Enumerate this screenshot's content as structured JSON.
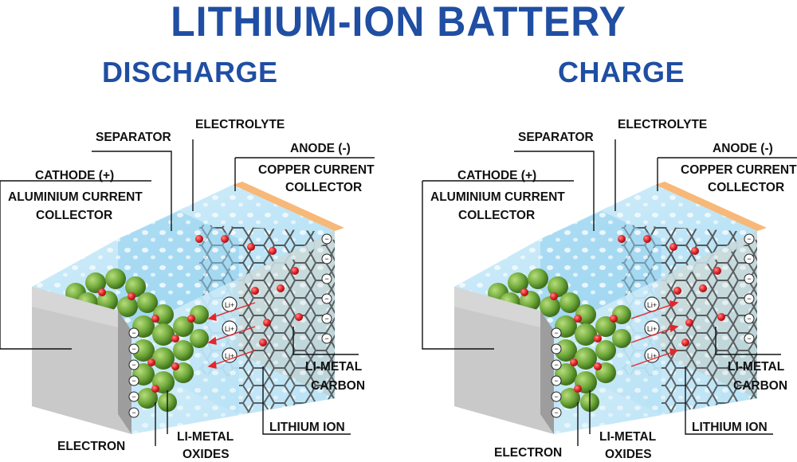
{
  "title": "LITHIUM-ION BATTERY",
  "panels": [
    {
      "mode": "DISCHARGE",
      "labels": {
        "separator": "SEPARATOR",
        "electrolyte": "ELECTROLYTE",
        "anode": "ANODE (-)",
        "copper_1": "COPPER CURRENT",
        "copper_2": "COLLECTOR",
        "cathode": "CATHODE (+)",
        "aluminium_1": "ALUMINIUM CURRENT",
        "aluminium_2": "COLLECTOR",
        "li_metal_carbon_1": "LI-METAL",
        "li_metal_carbon_2": "CARBON",
        "lithium_ion": "LITHIUM ION",
        "electron": "ELECTRON",
        "li_metal_oxides_1": "LI-METAL",
        "li_metal_oxides_2": "OXIDES"
      },
      "ion_symbol": "Li+",
      "electron_symbol": "−"
    },
    {
      "mode": "CHARGE",
      "labels": {
        "separator": "SEPARATOR",
        "electrolyte": "ELECTROLYTE",
        "anode": "ANODE (-)",
        "copper_1": "COPPER CURRENT",
        "copper_2": "COLLECTOR",
        "cathode": "CATHODE (+)",
        "aluminium_1": "ALUMINIUM CURRENT",
        "aluminium_2": "COLLECTOR",
        "li_metal_carbon_1": "LI-METAL",
        "li_metal_carbon_2": "CARBON",
        "lithium_ion": "LITHIUM ION",
        "electron": "ELECTRON",
        "li_metal_oxides_1": "LI-METAL",
        "li_metal_oxides_2": "OXIDES"
      },
      "ion_symbol": "Li+",
      "electron_symbol": "−"
    }
  ],
  "colors": {
    "title": "#1f4ea3",
    "cathode_collector": "#b9b9b9",
    "electrolyte": "#bfe3f6",
    "separator": "#8fd0ef",
    "anode_collector": "#f29a45",
    "cathode_spheres": "#6fa83a",
    "ions": "#e3262c",
    "graphite": "#4a4a4a"
  }
}
